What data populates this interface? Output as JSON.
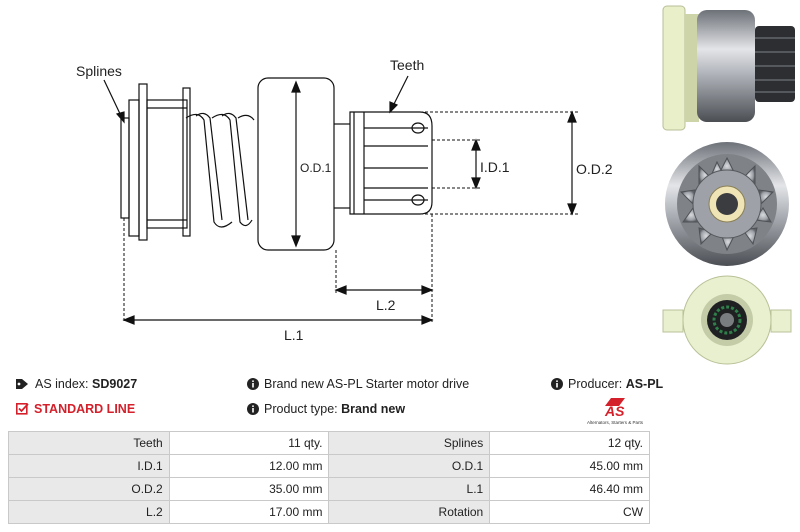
{
  "drawing": {
    "labels": {
      "splines": "Splines",
      "teeth": "Teeth",
      "od1": "O.D.1",
      "id1": "I.D.1",
      "od2": "O.D.2",
      "l2": "L.2",
      "l1": "L.1"
    }
  },
  "info": {
    "as_index_label": "AS index:",
    "as_index_value": "SD9027",
    "standard_line": "STANDARD LINE",
    "description": "Brand new AS-PL Starter motor drive",
    "product_type_label": "Product type:",
    "product_type_value": "Brand new",
    "producer_label": "Producer:",
    "producer_value": "AS-PL"
  },
  "logo": {
    "mark": "AS",
    "tagline": "Alternators, Starters & Parts",
    "color": "#d4202a"
  },
  "specs": [
    {
      "l1": "Teeth",
      "v1": "11 qty.",
      "l2": "Splines",
      "v2": "12 qty."
    },
    {
      "l1": "I.D.1",
      "v1": "12.00 mm",
      "l2": "O.D.1",
      "v2": "45.00 mm"
    },
    {
      "l1": "O.D.2",
      "v1": "35.00 mm",
      "l2": "L.1",
      "v2": "46.40 mm"
    },
    {
      "l1": "L.2",
      "v1": "17.00 mm",
      "l2": "Rotation",
      "v2": "CW"
    }
  ]
}
